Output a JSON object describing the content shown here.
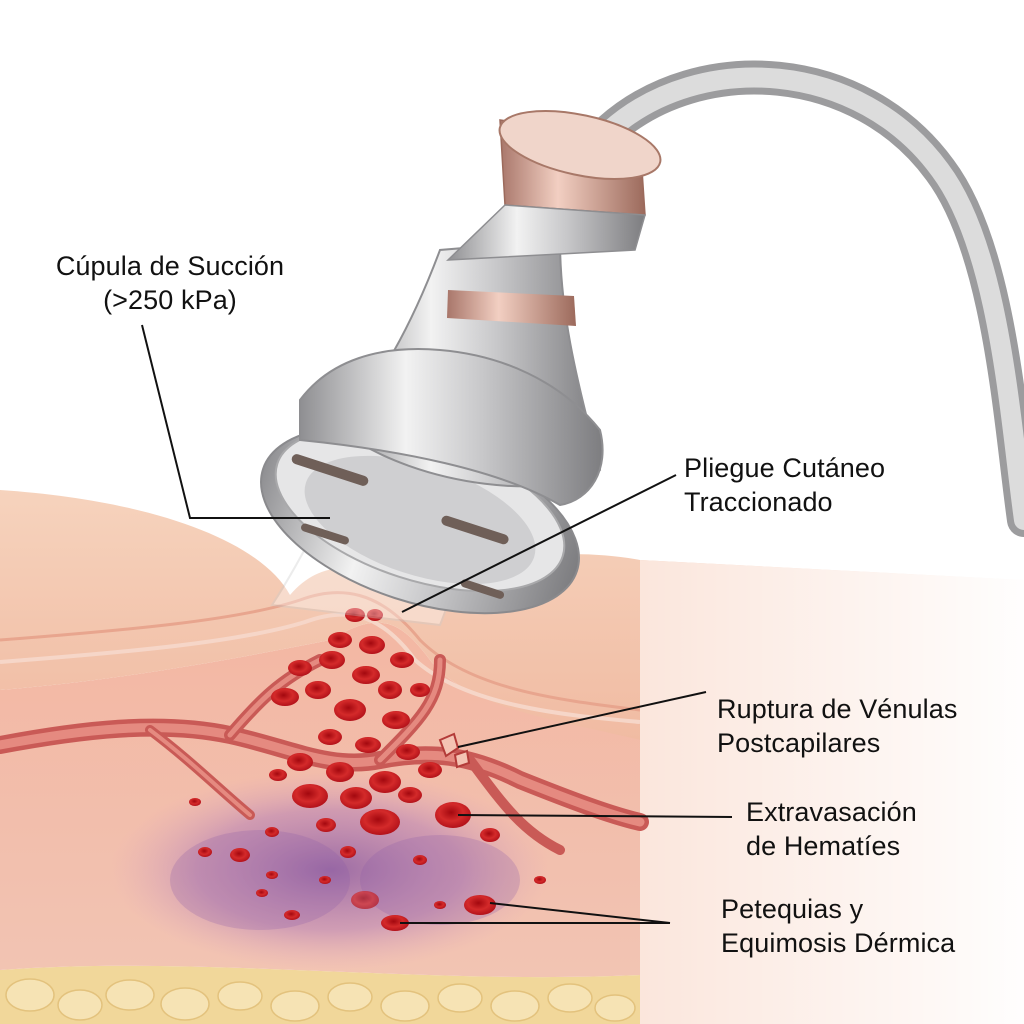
{
  "labels": {
    "cup": {
      "line1": "Cúpula de Succión",
      "line2": "(>250 kPa)"
    },
    "fold": {
      "line1": "Pliegue Cutáneo",
      "line2": "Traccionado"
    },
    "rupture": {
      "line1": "Ruptura de Vénulas",
      "line2": "Postcapilares"
    },
    "extravasation": {
      "line1": "Extravasación",
      "line2": "de Hematíes"
    },
    "petechiae": {
      "line1": "Petequias y",
      "line2": "Equimosis Dérmica"
    }
  },
  "colors": {
    "skin_surface": "#f3c9b0",
    "dermis": "#f2b6a4",
    "fat": "#f1d79a",
    "blood": "#c8161d",
    "bruise": "#8a5aa6",
    "device_metal": "#c9c9c9",
    "device_accent": "#d9a28f",
    "leader_line": "#111111"
  }
}
